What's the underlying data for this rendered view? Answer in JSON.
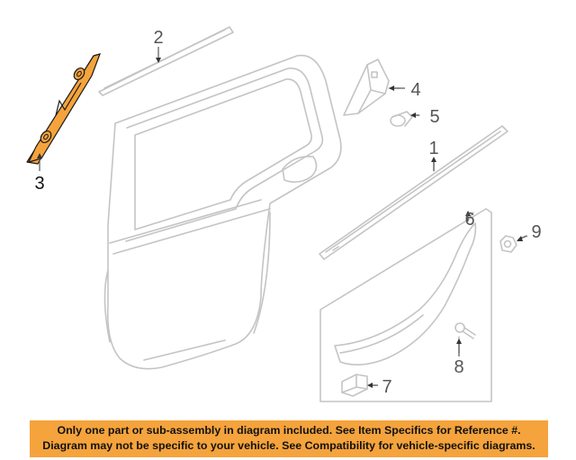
{
  "diagram": {
    "callouts": {
      "p1": "1",
      "p2": "2",
      "p3": "3",
      "p4": "4",
      "p5": "5",
      "p6": "6",
      "p7": "7",
      "p8": "8",
      "p9": "9"
    },
    "colors": {
      "highlight_part": "#f5a33c",
      "line_art": "#bdbdbd",
      "banner": "#f5a33c"
    }
  },
  "disclaimer": {
    "line1": "Only one part or sub-assembly in diagram included. See Item Specifics for Reference #.",
    "line2": "Diagram may not be specific to your vehicle. See Compatibility for vehicle-specific diagrams."
  }
}
